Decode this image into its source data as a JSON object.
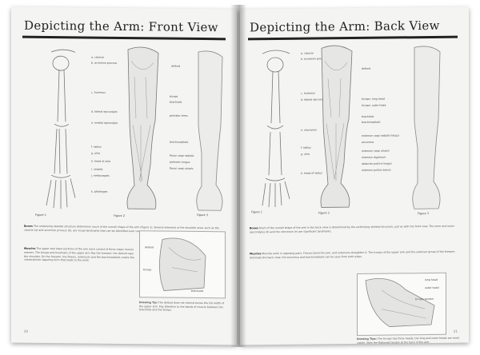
{
  "left_page": {
    "title": "Depicting the Arm: Front View",
    "figures": [
      {
        "caption": "Figure 1",
        "labels": [
          "a. clavicle",
          "b. acromion process",
          "c. humerus",
          "d. lateral epicondyle",
          "e. medial epicondyle",
          "f. radius",
          "g. ulna",
          "h. head of ulna",
          "i. carpals",
          "j. metacarpals",
          "k. phalanges"
        ]
      },
      {
        "caption": "Figure 2",
        "labels": [
          "deltoid",
          "biceps",
          "brachialis",
          "pronator teres",
          "brachioradialis",
          "flexor carpi radialis",
          "palmaris longus",
          "flexor carpi ulnaris"
        ]
      },
      {
        "caption": "Figure 3",
        "labels": []
      }
    ],
    "text_heading_1": "Bones",
    "text_body_1": "The underlying skeletal structure determines much of the overall shape of the arm (Figure 1). Several elements of the shoulder area, such as the clavicle (a) and acromion process (b), are visual landmarks that can be identified even under layers of muscle.",
    "text_heading_2": "Muscles",
    "text_body_2": "The upper and lower portions of the arm each consist of three major muscle masses. The biceps and brachialis of the upper arm flex the forearm; the deltoid caps the shoulder. On the forearm, the flexors, extensors and the brachioradialis create the characteristic tapering form that leads to the wrist.",
    "inset_labels": [
      "deltoid",
      "biceps",
      "brachialis"
    ],
    "drawing_tip_heading": "Drawing Tip:",
    "drawing_tip_body": "The deltoid does not extend across the full width of the upper arm. Pay attention to the bands of muscle between the brachialis and the biceps.",
    "page_number": "20"
  },
  "right_page": {
    "title": "Depicting the Arm: Back View",
    "figures": [
      {
        "caption": "Figure 1",
        "labels": [
          "a. clavicle",
          "b. acromion process",
          "c. humerus",
          "d. lateral epicondyle",
          "e. olecranon",
          "f. radius",
          "g. ulna",
          "h. head of radius"
        ]
      },
      {
        "caption": "Figure 2",
        "labels": [
          "deltoid",
          "triceps: long head",
          "triceps: outer head",
          "brachialis",
          "brachioradialis",
          "extensor carpi radialis longus",
          "anconeus",
          "extensor carpi ulnaris",
          "extensor digitorum",
          "abductor pollicis longus",
          "extensor pollicis brevis"
        ]
      },
      {
        "caption": "Figure 3",
        "labels": []
      }
    ],
    "text_heading_1": "Bones",
    "text_body_1": "Much of the overall shape of the arm in the back view is determined by the underlying skeletal structure, just as with the front view. The inner and outer epicondyles (d) and the olecranon (e) are significant landmarks.",
    "text_heading_2": "Muscles",
    "text_body_2": "Muscles work in opposing pairs. Flexors bend the arm, and extensors straighten it. The triceps of the upper arm and the extensor group of the forearm dominate the back view; the anconeus and brachioradialis can be seen from both sides.",
    "inset_labels": [
      "long head",
      "outer head",
      "triceps tendon"
    ],
    "drawing_tip_heading": "Drawing Tips:",
    "drawing_tip_body": "The triceps has three heads; the long and outer heads are most visible. Note the flattened tendon at the back of the arm.",
    "page_number": "21"
  },
  "colors": {
    "page": "#f4f4f2",
    "ink": "#222222",
    "sketch": "#777777"
  }
}
